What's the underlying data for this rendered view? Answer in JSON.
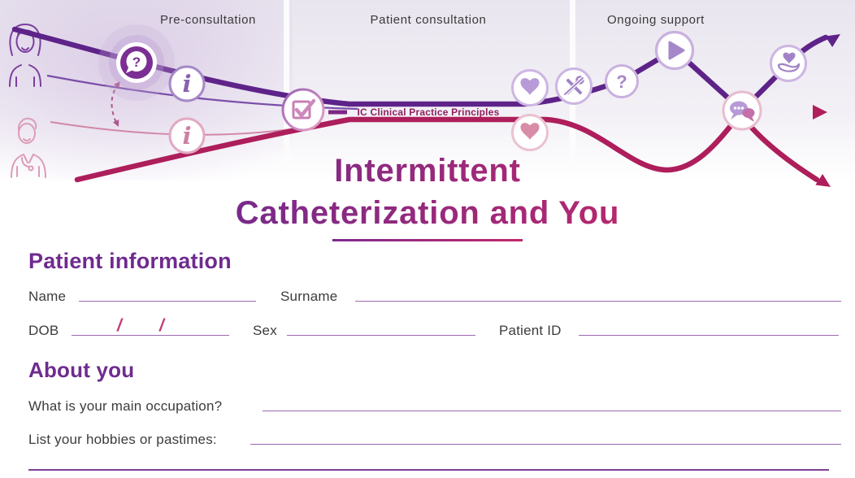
{
  "banner": {
    "phase_labels": [
      "Pre-consultation",
      "Patient consultation",
      "Ongoing support"
    ],
    "band_label": "IC Clinical Practice Principles",
    "icon_glyphs": {
      "question_bubble": "?",
      "info": "i",
      "support_question": "?"
    },
    "colors": {
      "deep_purple": "#5e2389",
      "crimson": "#ad1e5b",
      "light_purple_icon": "#a687ca",
      "pink_icon": "#ce7fa4"
    }
  },
  "title": {
    "line1": "Intermittent",
    "line2": "Catheterization and You"
  },
  "patient_info": {
    "heading": "Patient information",
    "fields": {
      "name": "Name",
      "surname": "Surname",
      "dob": "DOB",
      "dob_separator": "/",
      "sex": "Sex",
      "patient_id": "Patient ID"
    }
  },
  "about_you": {
    "heading": "About you",
    "questions": {
      "occupation": "What is your main occupation?",
      "hobbies": "List your hobbies or pastimes:"
    }
  }
}
